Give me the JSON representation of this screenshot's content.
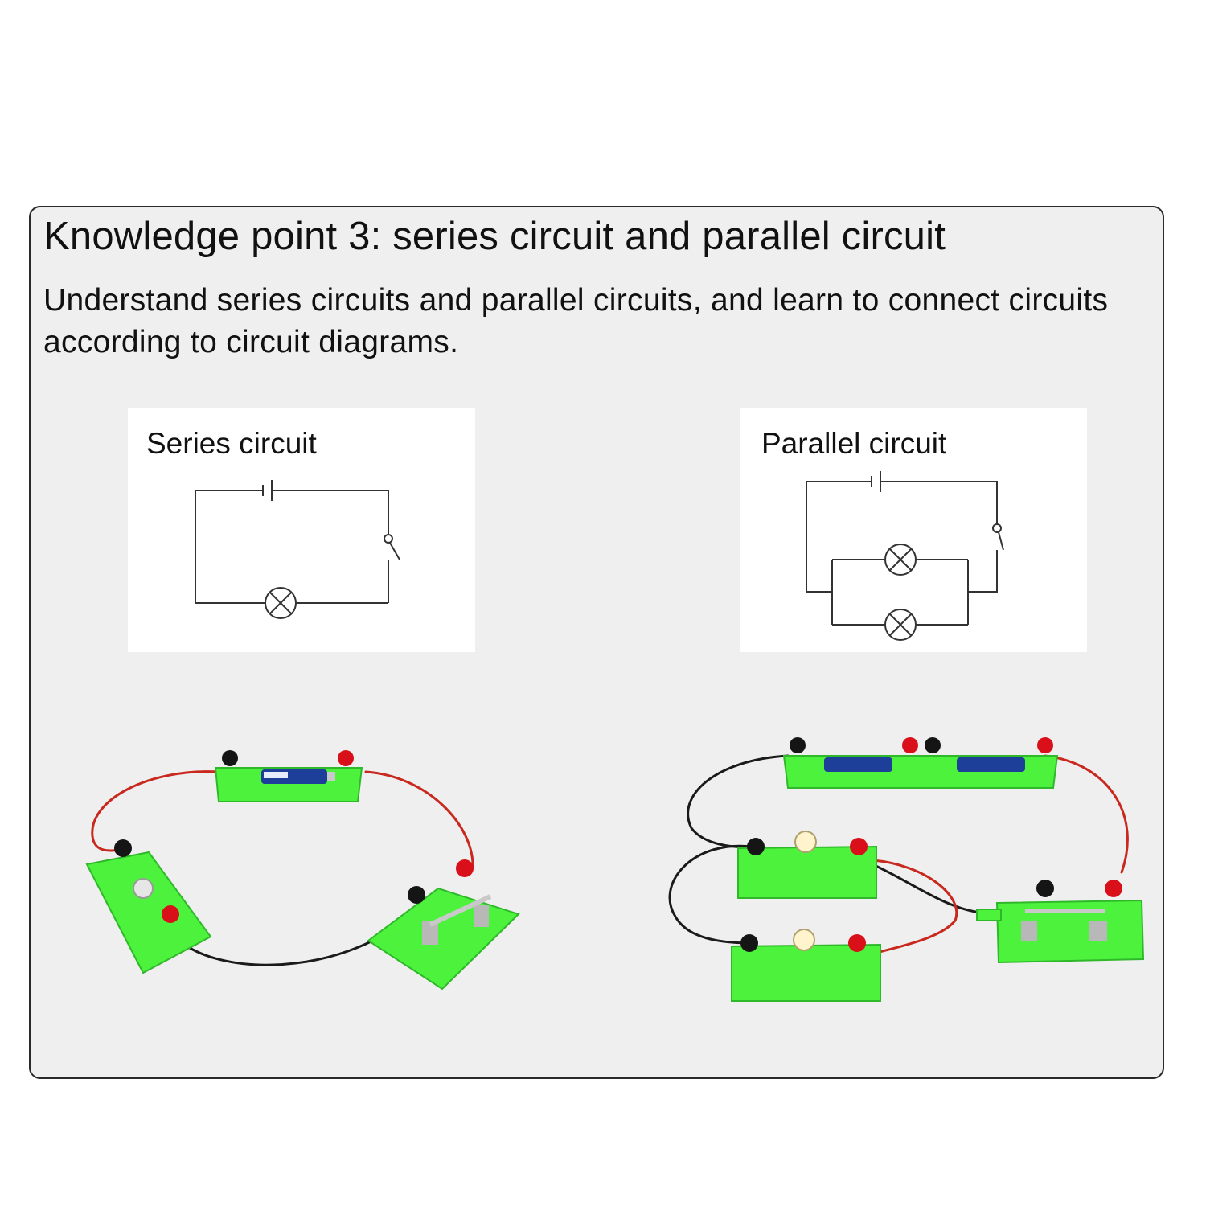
{
  "header": {
    "title": "Knowledge point 3: series circuit and parallel circuit",
    "description": "Understand series circuits and parallel circuits, and learn to connect circuits according to circuit diagrams."
  },
  "diagrams": {
    "series": {
      "label": "Series circuit"
    },
    "parallel": {
      "label": "Parallel circuit"
    }
  },
  "colors": {
    "card_background": "#efefef",
    "card_border": "#2a2a2a",
    "board_green": "#4cf23c",
    "terminal_red": "#d9101a",
    "terminal_black": "#151515",
    "wire_red": "#c8281e",
    "wire_black": "#1a1a1a",
    "battery_blue": "#1d3f9a"
  }
}
